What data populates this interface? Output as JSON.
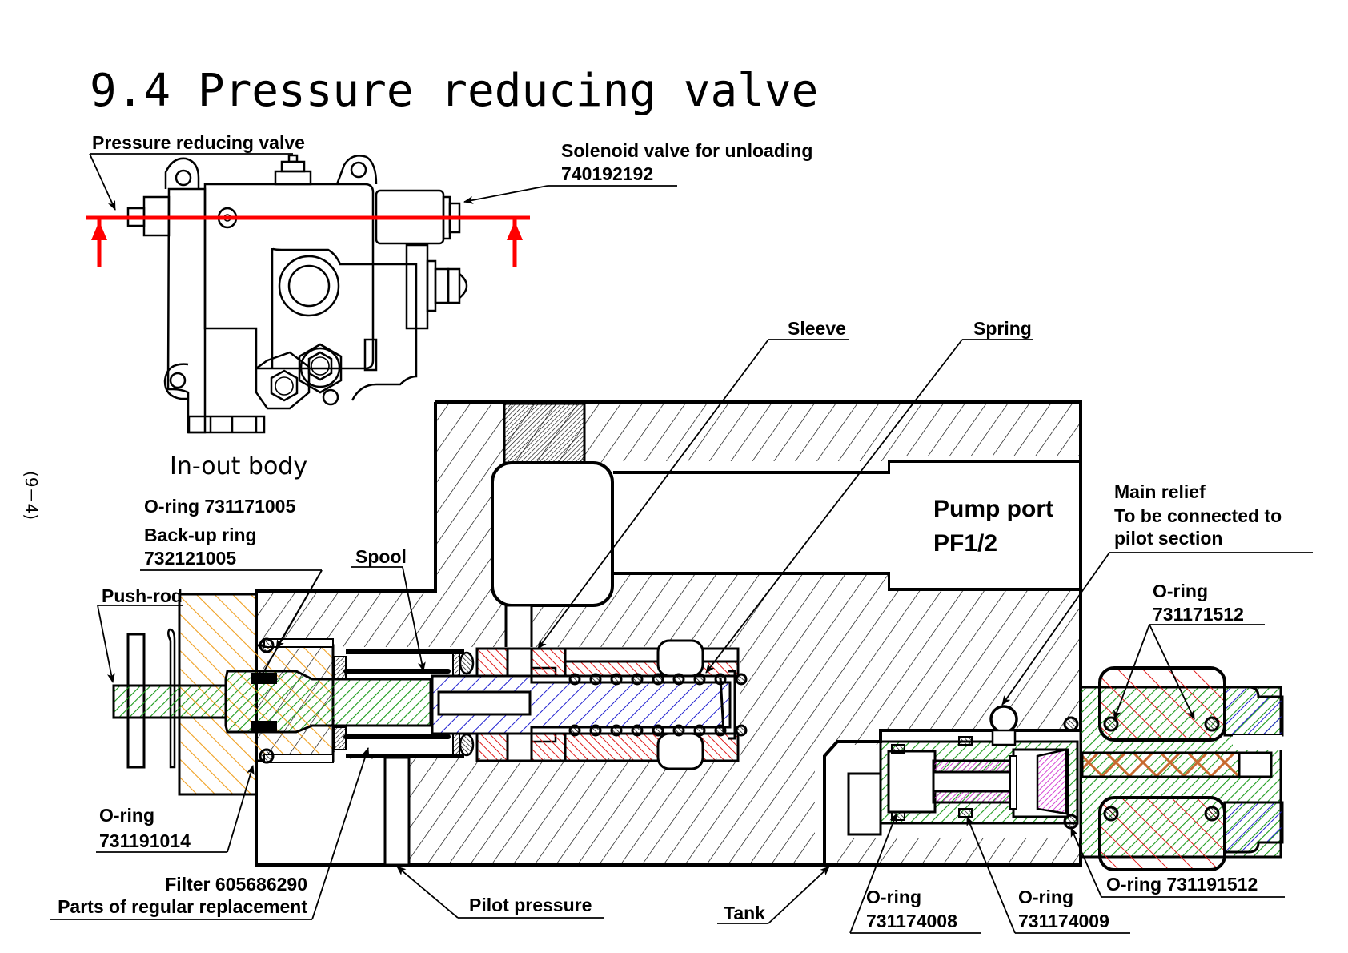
{
  "page": {
    "title": "9.4 Pressure reducing valve",
    "page_number": "(9－4)"
  },
  "overview": {
    "label_pressure_reducing_valve": "Pressure reducing valve",
    "label_solenoid": "Solenoid valve for unloading",
    "label_solenoid_part": "740192192",
    "label_body": "In-out body",
    "section_line_color": "#ff0000"
  },
  "section": {
    "labels": {
      "oring_1": "O-ring 731171005",
      "backup_ring": "Back-up ring",
      "backup_ring_part": "732121005",
      "spool": "Spool",
      "push_rod": "Push-rod",
      "sleeve": "Sleeve",
      "spring": "Spring",
      "pump_port": "Pump port",
      "pump_port_size": "PF1/2",
      "main_relief": "Main relief",
      "main_relief_note1": "To be connected to",
      "main_relief_note2": "pilot section",
      "oring_right_title": "O-ring",
      "oring_right_part": "731171512",
      "oring_left_title": "O-ring",
      "oring_left_part": "731191014",
      "filter": "Filter 605686290",
      "filter_note": "Parts of regular replacement",
      "pilot_pressure": "Pilot pressure",
      "tank": "Tank",
      "oring_bottom1_title": "O-ring",
      "oring_bottom1_part": "731174008",
      "oring_bottom2_title": "O-ring",
      "oring_bottom2_part": "731174009",
      "oring_bottom3": "O-ring 731191512"
    },
    "hatch_colors": {
      "body": "#000000",
      "cover_orange": "#f0a020",
      "pushrod_green": "#1a9a1a",
      "spool_blue": "#1f1fd0",
      "sleeve_red": "#e01818",
      "poppet_magenta": "#d030d0",
      "filter_brown": "#c86a30"
    }
  }
}
